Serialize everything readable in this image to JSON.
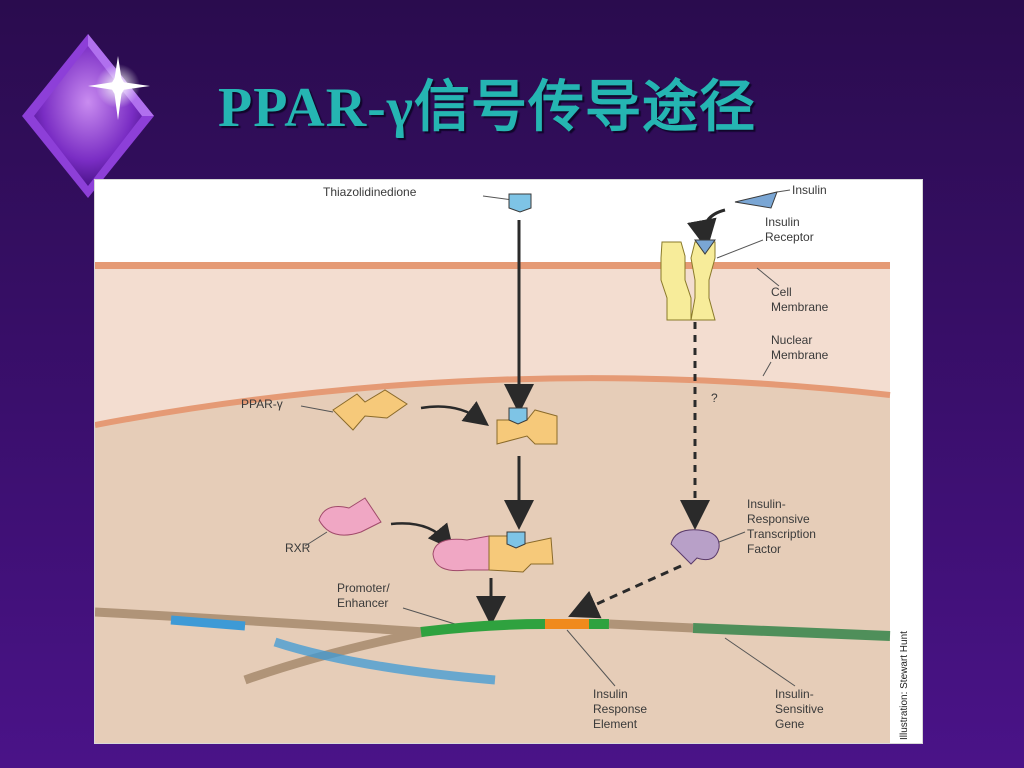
{
  "slide": {
    "title": "PPAR-γ信号传导途径"
  },
  "diagram": {
    "labels": {
      "thiazolidinedione": "Thiazolidinedione",
      "insulin": "Insulin",
      "insulin_receptor_1": "Insulin",
      "insulin_receptor_2": "Receptor",
      "cell_membrane_1": "Cell",
      "cell_membrane_2": "Membrane",
      "nuclear_membrane_1": "Nuclear",
      "nuclear_membrane_2": "Membrane",
      "question_mark": "?",
      "ppar_gamma": "PPAR-γ",
      "rxr": "RXR",
      "irtf_1": "Insulin-",
      "irtf_2": "Responsive",
      "irtf_3": "Transcription",
      "irtf_4": "Factor",
      "promoter_1": "Promoter/",
      "promoter_2": "Enhancer",
      "ire_1": "Insulin",
      "ire_2": "Response",
      "ire_3": "Element",
      "isg_1": "Insulin-",
      "isg_2": "Sensitive",
      "isg_3": "Gene",
      "credit": "Illustration: Stewart Hunt"
    },
    "colors": {
      "cytoplasm": "#f3ddd0",
      "nucleus": "#e6cdb8",
      "membrane": "#e59a75",
      "receptor": "#f7ec9a",
      "ppar": "#f6c97a",
      "drug": "#7ec4e6",
      "rxr": "#f0a7c4",
      "irtf": "#b8a0c8",
      "dna_green": "#2fa23f",
      "dna_orange": "#f08a1c",
      "dna_brown": "#b09478",
      "dna_blue": "#3e9ad6"
    }
  }
}
